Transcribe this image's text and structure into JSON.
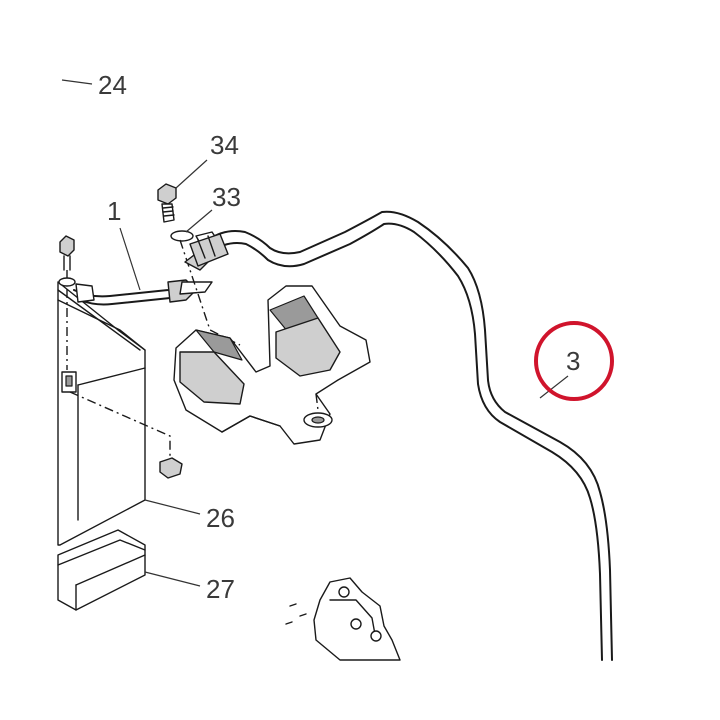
{
  "callouts": {
    "p24": "24",
    "p34": "34",
    "p33": "33",
    "p1": "1",
    "p3": "3",
    "p26": "26",
    "p27": "27"
  },
  "highlight": {
    "target": "3",
    "color": "#d0142c"
  }
}
